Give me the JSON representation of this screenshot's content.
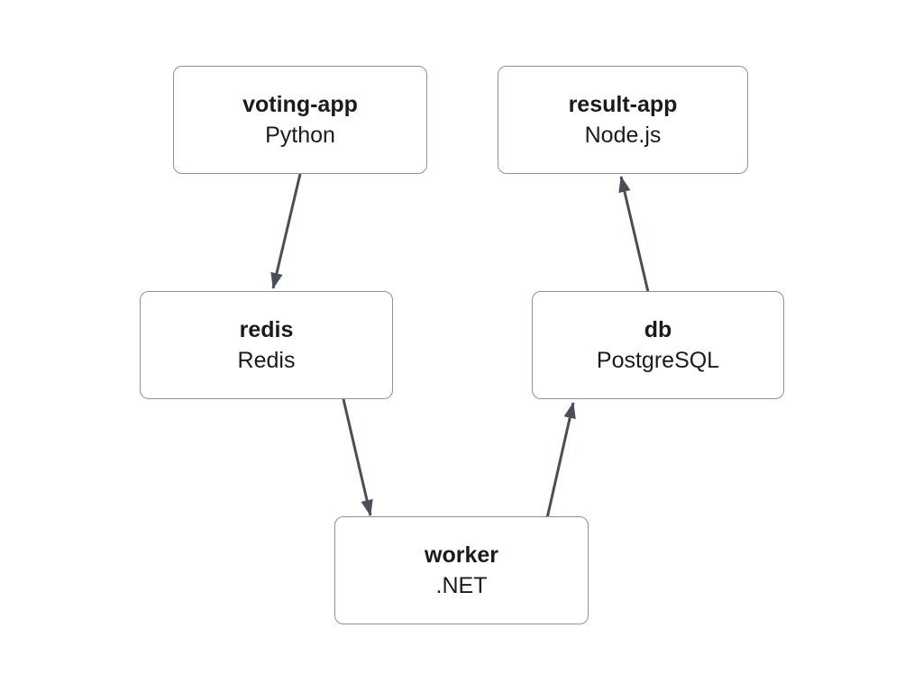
{
  "diagram": {
    "nodes": [
      {
        "id": "voting-app",
        "label": "voting-app",
        "sublabel": "Python"
      },
      {
        "id": "result-app",
        "label": "result-app",
        "sublabel": "Node.js"
      },
      {
        "id": "redis",
        "label": "redis",
        "sublabel": "Redis"
      },
      {
        "id": "db",
        "label": "db",
        "sublabel": "PostgreSQL"
      },
      {
        "id": "worker",
        "label": "worker",
        "sublabel": ".NET"
      }
    ],
    "edges": [
      {
        "from": "voting-app",
        "to": "redis"
      },
      {
        "from": "redis",
        "to": "worker"
      },
      {
        "from": "worker",
        "to": "db"
      },
      {
        "from": "db",
        "to": "result-app"
      }
    ],
    "colors": {
      "background": "#ffffff",
      "node_fill": "#ffffff",
      "node_border": "#8e9297",
      "arrow": "#4a4f57",
      "text": "#1b1b1d"
    }
  }
}
